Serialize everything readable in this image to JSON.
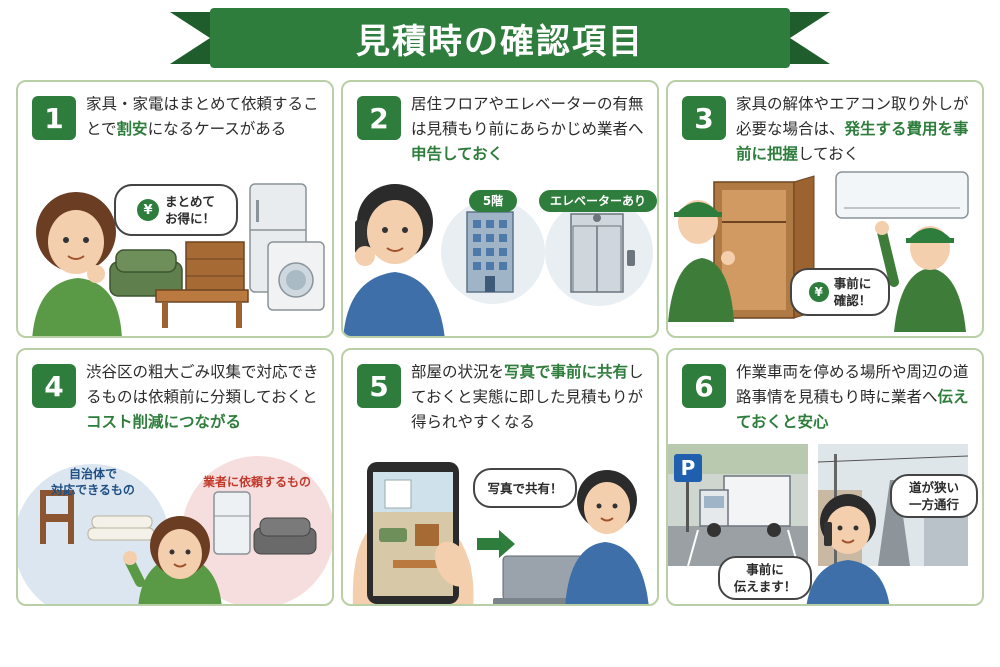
{
  "title": "見積時の確認項目",
  "colors": {
    "accent": "#2e7d3c",
    "border": "#b9cfa5",
    "warn": "#c0392b"
  },
  "cards": [
    {
      "number": "1",
      "text_parts": [
        {
          "t": "家具・家電はまとめて依頼することで",
          "hl": false
        },
        {
          "t": "割安",
          "hl": true
        },
        {
          "t": "になるケースがある",
          "hl": false
        }
      ],
      "bubble": "まとめて\nお得に！",
      "bubble_icon": "yen-icon"
    },
    {
      "number": "2",
      "text_parts": [
        {
          "t": "居住フロアやエレベーターの有無は見積もり前にあらかじめ業者へ",
          "hl": false
        },
        {
          "t": "申告しておく",
          "hl": true
        }
      ],
      "tag_floor": "5階",
      "tag_elevator": "エレベーターあり"
    },
    {
      "number": "3",
      "text_parts": [
        {
          "t": "家具の解体やエアコン取り外しが必要な場合は、",
          "hl": false
        },
        {
          "t": "発生する費用を事前に把握",
          "hl": true
        },
        {
          "t": "しておく",
          "hl": false
        }
      ],
      "bubble": "事前に\n確認！",
      "bubble_icon": "yen-icon"
    },
    {
      "number": "4",
      "text_parts": [
        {
          "t": "渋谷区の粗大ごみ収集で対応できるものは依頼前に分類しておくと",
          "hl": false
        },
        {
          "t": "コスト削減につながる",
          "hl": true
        }
      ],
      "label_municipal": "自治体で\n対応できるもの",
      "label_vendor": "業者に依頼するもの"
    },
    {
      "number": "5",
      "text_parts": [
        {
          "t": "部屋の状況を",
          "hl": false
        },
        {
          "t": "写真で事前に共有",
          "hl": true
        },
        {
          "t": "しておくと実態に即した見積もりが得られやすくなる",
          "hl": false
        }
      ],
      "bubble": "写真で共有！"
    },
    {
      "number": "6",
      "text_parts": [
        {
          "t": "作業車両を停める場所や周辺の道路事情を見積もり時に業者へ",
          "hl": false
        },
        {
          "t": "伝えておくと安心",
          "hl": true
        }
      ],
      "parking_sign": "P",
      "bubble_road": "道が狭い\n一方通行",
      "bubble_tell": "事前に\n伝えます！"
    }
  ]
}
